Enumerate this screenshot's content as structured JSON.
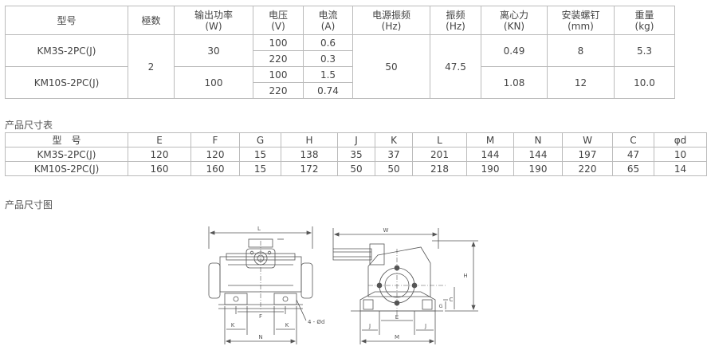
{
  "spec_table": {
    "headers": [
      {
        "main": "型号",
        "unit": ""
      },
      {
        "main": "極数",
        "unit": ""
      },
      {
        "main": "输出功率",
        "unit": "(W)"
      },
      {
        "main": "电压",
        "unit": "(V)"
      },
      {
        "main": "电流",
        "unit": "(A)"
      },
      {
        "main": "电源振频",
        "unit": "(Hz)"
      },
      {
        "main": "振频",
        "unit": "(Hz)"
      },
      {
        "main": "离心力",
        "unit": "(KN)"
      },
      {
        "main": "安装螺钉",
        "unit": "(mm)"
      },
      {
        "main": "重量",
        "unit": "(kg)"
      }
    ],
    "rows": [
      {
        "model": "KM3S-2PC(J)",
        "power": "30",
        "v1": "100",
        "a1": "0.6",
        "v2": "220",
        "a2": "0.3",
        "force": "0.49",
        "screw": "8",
        "weight": "5.3"
      },
      {
        "model": "KM10S-2PC(J)",
        "power": "100",
        "v1": "100",
        "a1": "1.5",
        "v2": "220",
        "a2": "0.74",
        "force": "1.08",
        "screw": "12",
        "weight": "10.0"
      }
    ],
    "poles": "2",
    "supply_freq": "50",
    "vib_freq": "47.5"
  },
  "dimension_table": {
    "title": "产品尺寸表",
    "headers": [
      "型　号",
      "E",
      "F",
      "G",
      "H",
      "J",
      "K",
      "L",
      "M",
      "N",
      "W",
      "C",
      "φd"
    ],
    "rows": [
      [
        "KM3S-2PC(J)",
        "120",
        "120",
        "15",
        "138",
        "35",
        "37",
        "201",
        "144",
        "144",
        "197",
        "47",
        "10"
      ],
      [
        "KM10S-2PC(J)",
        "160",
        "160",
        "15",
        "172",
        "50",
        "50",
        "218",
        "190",
        "190",
        "220",
        "65",
        "14"
      ]
    ]
  },
  "drawing": {
    "title": "产品尺寸图",
    "labels": {
      "L": "L",
      "F": "F",
      "K": "K",
      "N": "N",
      "hole": "4 - Ød",
      "W": "W",
      "H": "H",
      "C": "C",
      "G": "G",
      "E": "E",
      "J": "J",
      "M": "M"
    }
  }
}
